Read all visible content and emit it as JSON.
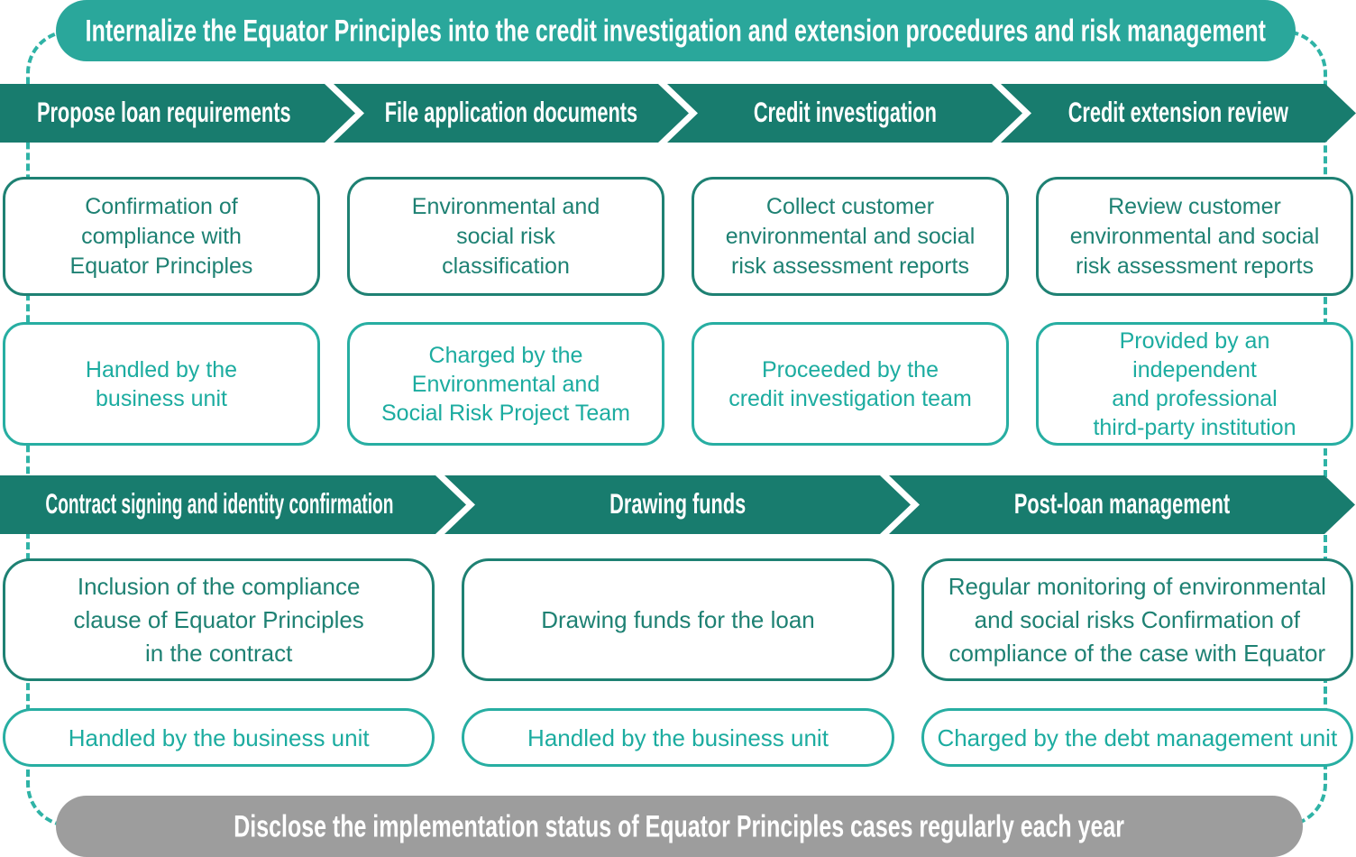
{
  "top_banner": {
    "text": "Internalize the Equator Principles into the credit investigation and extension procedures and risk management"
  },
  "phase1": {
    "steps": [
      {
        "label": "Propose loan requirements",
        "action": "Confirmation of\ncompliance with\nEquator Principles",
        "owner": "Handled by the\nbusiness unit"
      },
      {
        "label": "File application documents",
        "action": "Environmental and\nsocial risk\nclassification",
        "owner": "Charged by the\nEnvironmental and\nSocial Risk Project Team"
      },
      {
        "label": "Credit investigation",
        "action": "Collect customer\nenvironmental and social\nrisk assessment reports",
        "owner": "Proceeded by the\ncredit investigation team"
      },
      {
        "label": "Credit extension review",
        "action": "Review customer\nenvironmental and social\nrisk assessment reports",
        "owner": "Provided by an\nindependent\nand professional\nthird-party institution"
      }
    ]
  },
  "phase2": {
    "steps": [
      {
        "label": "Contract signing and identity confirmation",
        "action": "Inclusion of the compliance\nclause of Equator Principles\nin the contract",
        "owner": "Handled by the business unit"
      },
      {
        "label": "Drawing funds",
        "action": "Drawing funds for the loan",
        "owner": "Handled by the business unit"
      },
      {
        "label": "Post-loan management",
        "action": "Regular monitoring of environmental\nand social risks Confirmation of\ncompliance of the case with Equator",
        "owner": "Charged by the debt management unit"
      }
    ]
  },
  "bottom_banner": {
    "text": "Disclose the implementation status of Equator Principles cases regularly each year"
  },
  "colors": {
    "top_banner": "#2AA79B",
    "arrow_band": "#187C6E",
    "box_dark": "#1E8173",
    "box_light": "#1CACA0",
    "panel_border": "#2FB3A6",
    "bottom_banner": "#9D9D9D"
  }
}
